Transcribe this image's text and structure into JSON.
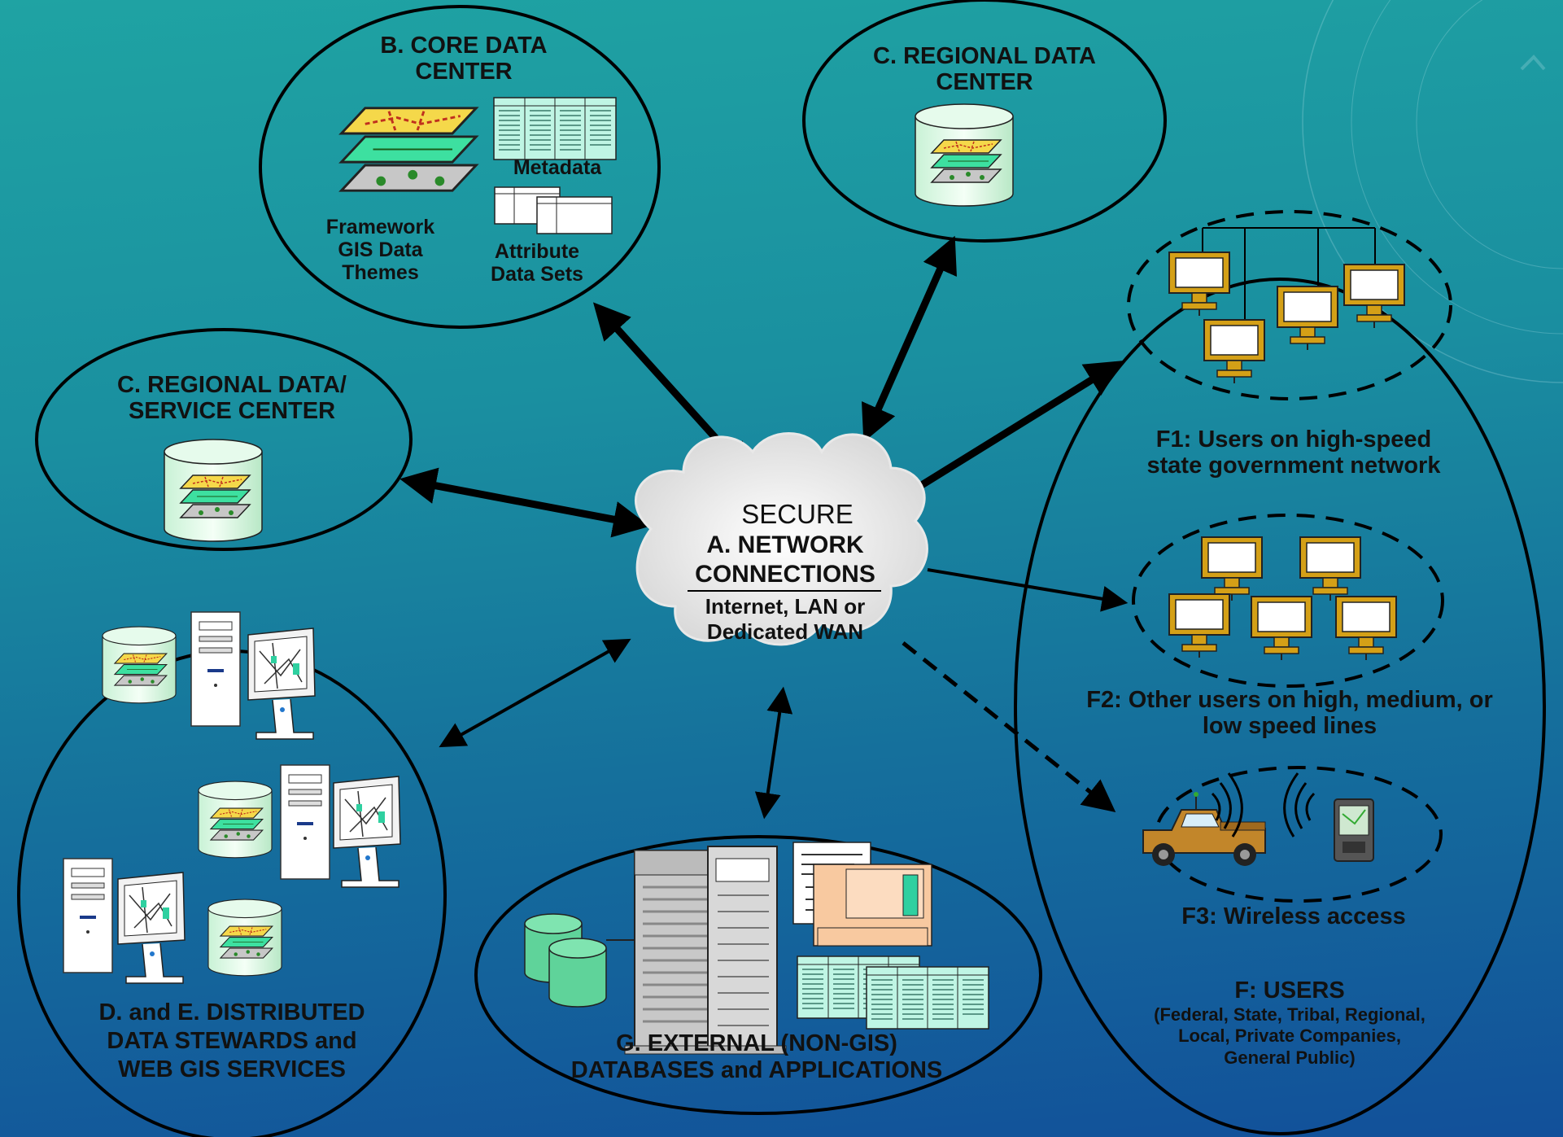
{
  "cloud": {
    "secure": "SECURE",
    "title_line1": "A. NETWORK",
    "title_line2": "CONNECTIONS",
    "sub_line1": "Internet, LAN or",
    "sub_line2": "Dedicated WAN"
  },
  "core": {
    "title_line1": "B. CORE DATA",
    "title_line2": "CENTER",
    "metadata": "Metadata",
    "framework_line1": "Framework",
    "framework_line2": "GIS Data",
    "framework_line3": "Themes",
    "attribute_line1": "Attribute",
    "attribute_line2": "Data Sets"
  },
  "regional_top": {
    "line1": "C. REGIONAL DATA",
    "line2": "CENTER"
  },
  "regional_left": {
    "line1": "C. REGIONAL DATA/",
    "line2": "SERVICE CENTER"
  },
  "distributed": {
    "line1": "D. and E.  DISTRIBUTED",
    "line2": "DATA STEWARDS and",
    "line3": "WEB GIS SERVICES"
  },
  "external": {
    "line1": "G. EXTERNAL (NON-GIS)",
    "line2": "DATABASES and APPLICATIONS"
  },
  "users": {
    "f1_line1": "F1: Users on high-speed",
    "f1_line2": "state government network",
    "f2_line1": "F2: Other users on high, medium, or",
    "f2_line2": "low speed lines",
    "f3": "F3: Wireless access",
    "f_title": "F: USERS",
    "f_line1": "(Federal, State, Tribal, Regional,",
    "f_line2": "Local, Private Companies,",
    "f_line3": "General Public)"
  },
  "colors": {
    "background_top": "#1fa3a3",
    "background_bottom": "#12509a",
    "gis_yellow": "#f5d84a",
    "gis_green": "#3de0a0",
    "monitor_gold": "#d4a017",
    "db_green": "#5fd39a"
  }
}
